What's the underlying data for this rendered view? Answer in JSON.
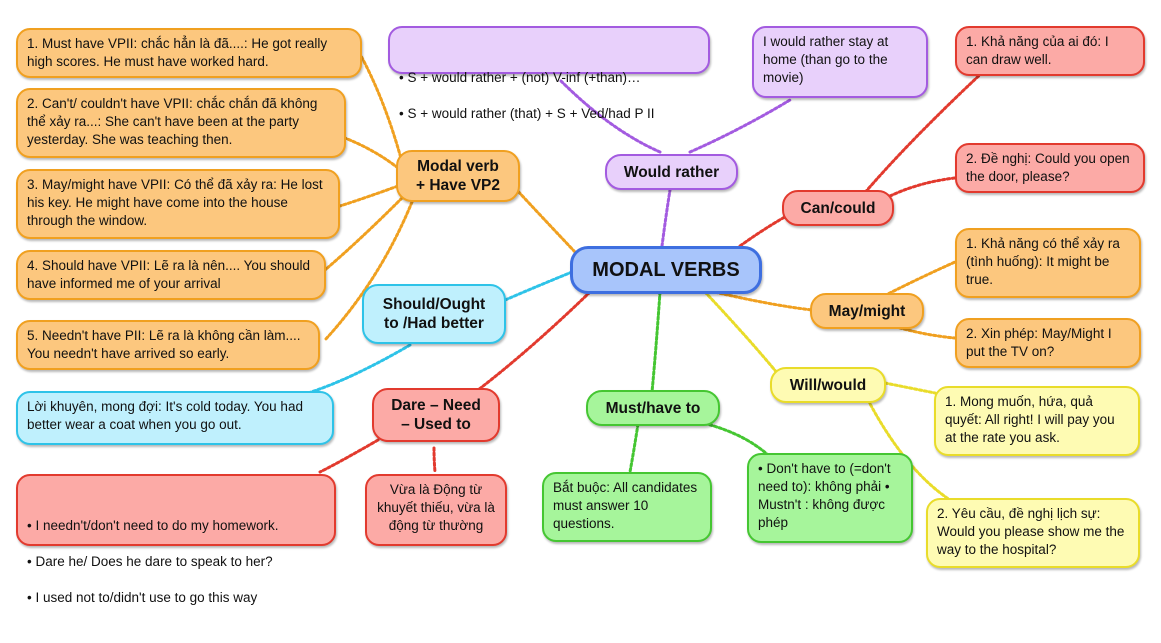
{
  "center": "MODAL VERBS",
  "hubs": {
    "modal_have": "Modal verb\n+ Have VP2",
    "would_rather": "Would rather",
    "can_could": "Can/could",
    "may_might": "May/might",
    "will_would": "Will/would",
    "must_have_to": "Must/have to",
    "dare_need": "Dare – Need\n– Used to",
    "should": "Should/Ought\nto /Had better"
  },
  "leaves": {
    "modal_have_1": "1. Must have VPII: chắc hẳn là đã....: He got really high scores. He must have worked hard.",
    "modal_have_2": "2. Can't/ couldn't have VPII: chắc chắn đã không thể xảy ra...: She can't have been at the party yesterday. She was teaching then.",
    "modal_have_3": "3. May/might have VPII: Có thể đã xảy ra: He lost his key. He might have come into the house through the window.",
    "modal_have_4": "4. Should have VPII: Lẽ ra là nên.... You should have informed me of your arrival",
    "modal_have_5": "5. Needn't have PII: Lẽ ra là không cần làm.... You needn't have arrived so early.",
    "would_rather_structures": [
      "S + would rather + (not) V-inf (+than)…",
      "S + would rather (that) + S + Ved/had P II"
    ],
    "would_rather_example": "I would rather stay at home (than go to the movie)",
    "can_1": "1. Khả năng của ai đó: I can draw well.",
    "can_2": "2. Đề nghị: Could you open the door, please?",
    "may_1": "1. Khả năng có thể xảy ra (tình huống): It might be true.",
    "may_2": "2. Xin phép: May/Might I put the TV on?",
    "will_1": "1. Mong muốn, hứa, quả quyết: All right! I will pay you at the rate you ask.",
    "will_2": "2. Yêu cầu, đề nghị lịch sự: Would you please show me the way to the hospital?",
    "must_1": "Bắt buộc: All candidates must answer 10 questions.",
    "must_2": "• Don't have to (=don't need to): không phải • Mustn't : không được phép",
    "dare_examples": [
      "I needn't/don't need to do my homework.",
      "Dare he/ Does he dare to speak to her?",
      "I used not to/didn't use to go this way"
    ],
    "dare_note": "Vừa là Động từ khuyết thiếu, vừa là động từ thường",
    "should_1": "Lời khuyên, mong đợi: It's cold today. You had better wear a coat when you go out."
  },
  "colors": {
    "orange": "#f0a020",
    "purple": "#a35be0",
    "red": "#e23a2e",
    "yellow": "#e9dc2a",
    "green": "#45c632",
    "cyan": "#2ec3e8",
    "blue": "#3e6fe0"
  }
}
